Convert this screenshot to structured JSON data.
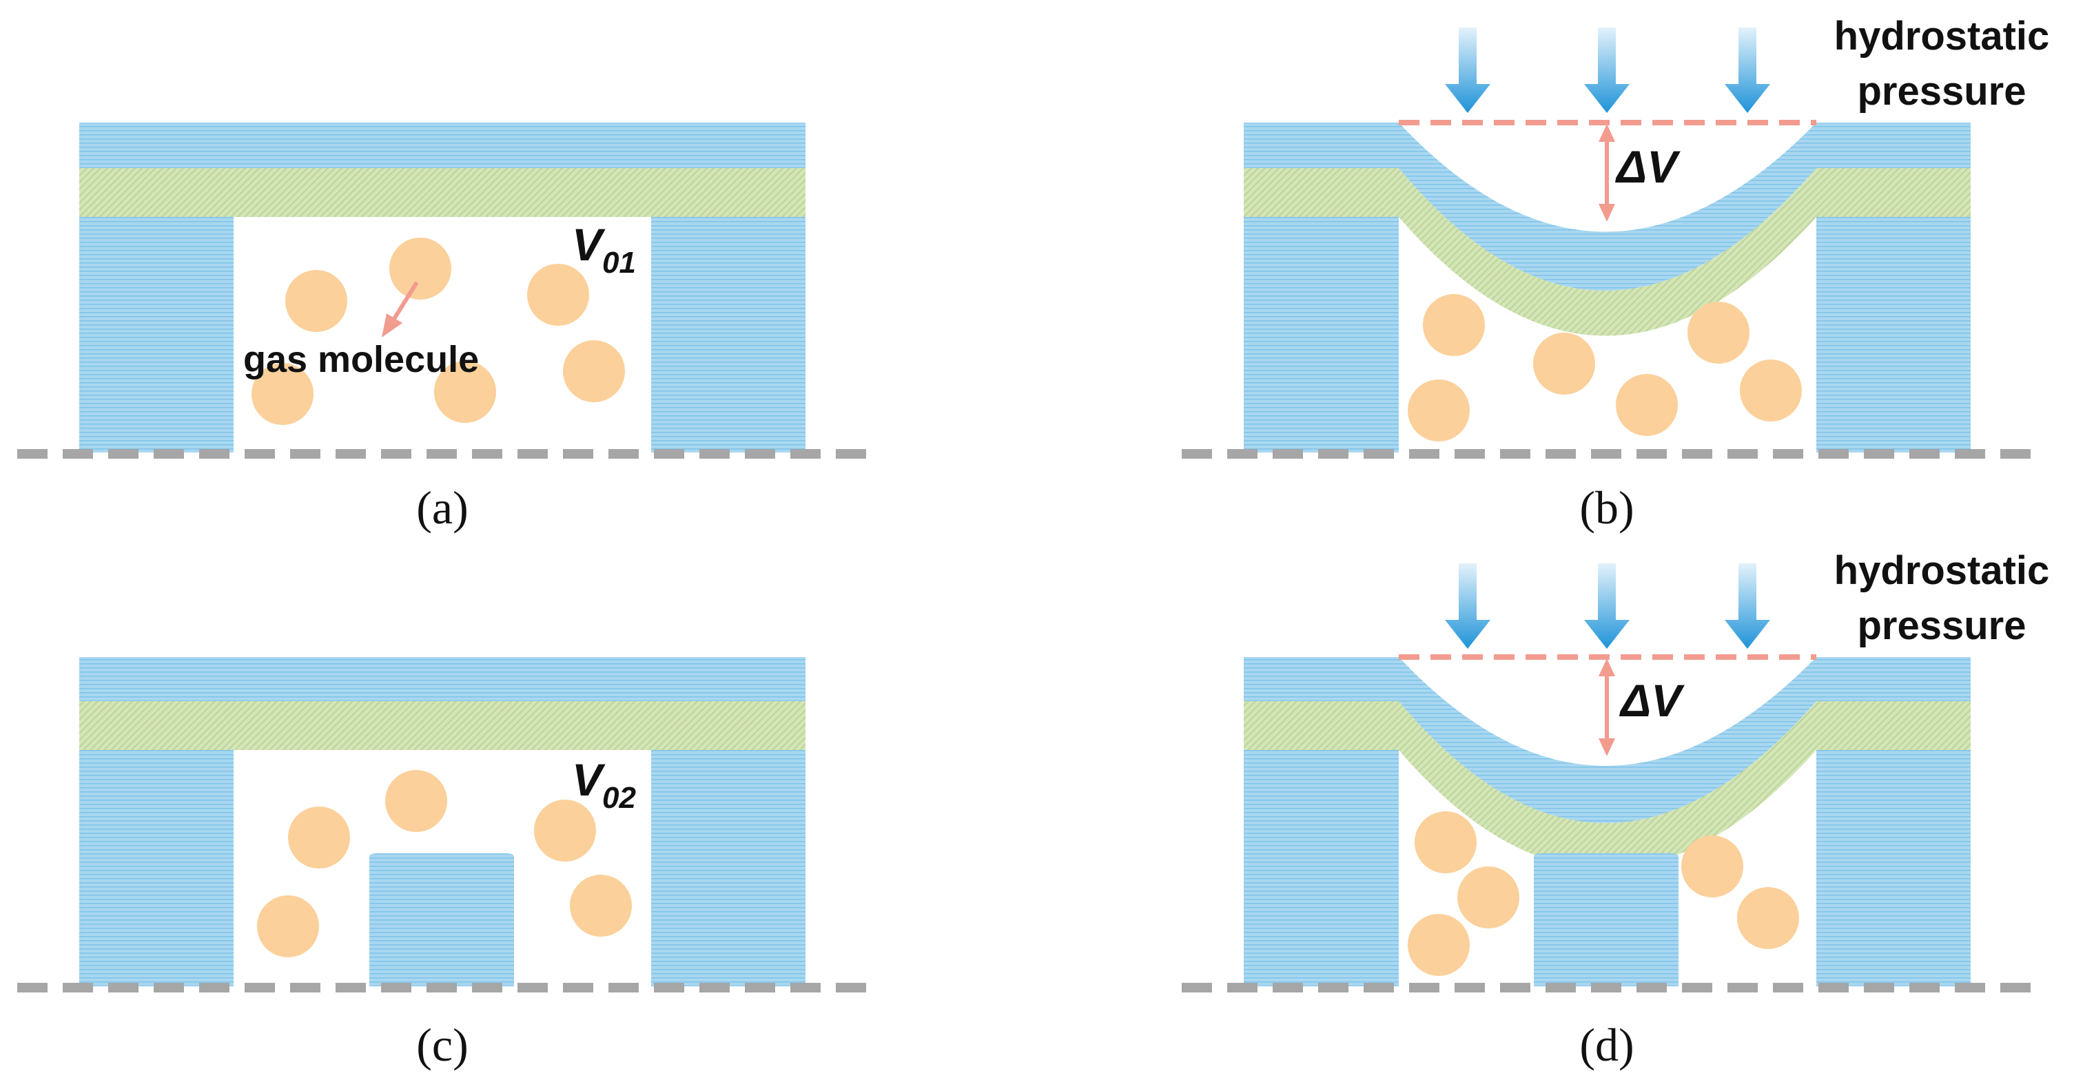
{
  "colors": {
    "blue_layer": "#a9d7f0",
    "blue_stripe": "#7fc4ea",
    "green_layer": "#d4e5b7",
    "green_stripe": "#bdd59a",
    "gas_molecule": "#fbd09a",
    "annotation": "#f29b8f",
    "ground_line": "#a6a6a6",
    "arrow_top": "#e3f2fb",
    "arrow_bottom": "#1f93d8"
  },
  "labels": {
    "gas_molecule": "gas molecule",
    "volume_a_main": "V",
    "volume_a_sub": "01",
    "volume_c_main": "V",
    "volume_c_sub": "02",
    "delta_v": "ΔV",
    "hydrostatic_line1": "hydrostatic",
    "hydrostatic_line2": "pressure"
  },
  "captions": {
    "a": "(a)",
    "b": "(b)",
    "c": "(c)",
    "d": "(d)"
  },
  "icons": {
    "pressure_arrow": "down-arrow-icon",
    "delta_arrow": "double-headed-arrow-icon"
  }
}
